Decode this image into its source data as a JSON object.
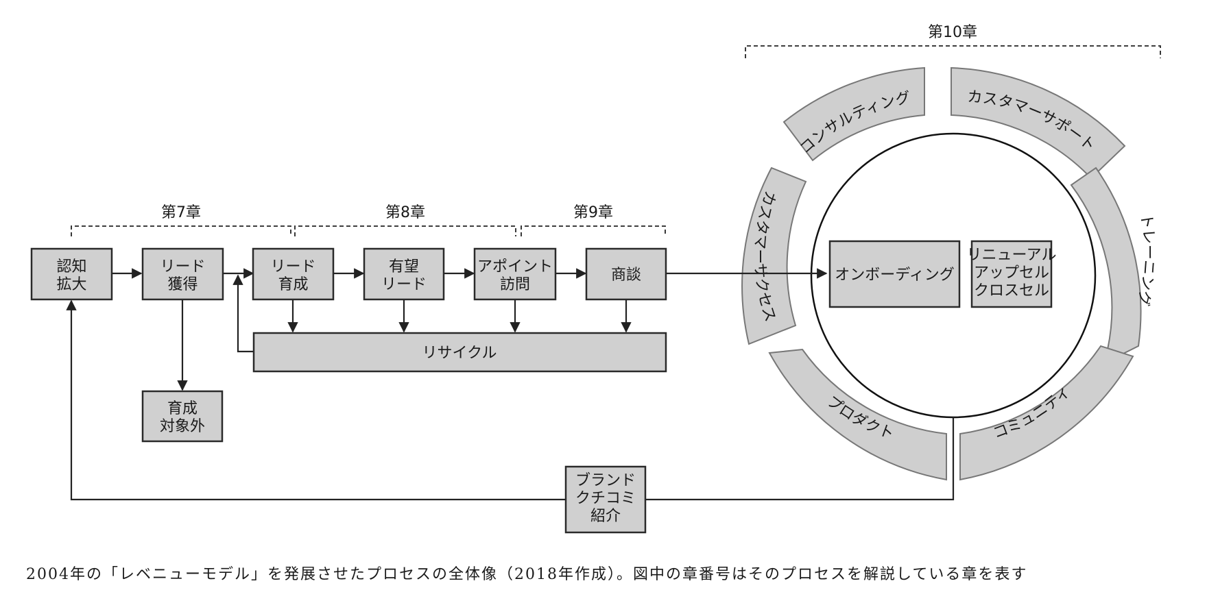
{
  "chapters": {
    "ch7": "第7章",
    "ch8": "第8章",
    "ch9": "第9章",
    "ch10": "第10章"
  },
  "boxes": {
    "awareness": [
      "認知",
      "拡大"
    ],
    "lead_acquisition": [
      "リード",
      "獲得"
    ],
    "lead_nurturing": [
      "リード",
      "育成"
    ],
    "promising_lead": [
      "有望",
      "リード"
    ],
    "appointment": [
      "アポイント",
      "訪問"
    ],
    "negotiation": [
      "商談"
    ],
    "recycle": [
      "リサイクル"
    ],
    "excluded": [
      "育成",
      "対象外"
    ],
    "brand": [
      "ブランド",
      "クチコミ",
      "紹介"
    ],
    "onboarding": [
      "オンボーディング"
    ],
    "renewal": [
      "リニューアル",
      "アップセル",
      "クロスセル"
    ]
  },
  "ring_segments": {
    "consulting": "コンサルティング",
    "customer_support": "カスタマーサポート",
    "customer_success": "カスタマーサクセス",
    "training": "トレーニング",
    "product": "プロダクト",
    "community": "コミュニティ"
  },
  "caption": "2004年の「レベニューモデル」を発展させたプロセスの全体像（2018年作成）。図中の章番号はそのプロセスを解説している章を表す"
}
